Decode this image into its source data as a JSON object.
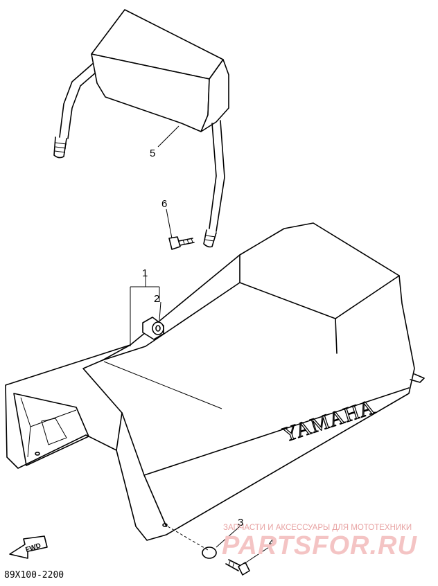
{
  "callouts": [
    {
      "id": "part-1",
      "label": "1"
    },
    {
      "id": "part-2",
      "label": "2"
    },
    {
      "id": "part-3",
      "label": "3"
    },
    {
      "id": "part-4",
      "label": "4"
    },
    {
      "id": "part-5",
      "label": "5"
    },
    {
      "id": "part-6",
      "label": "6"
    }
  ],
  "seat_brand": "YAMAHA",
  "direction_marker": "FWD",
  "diagram_code": "89X100-2200",
  "watermark": {
    "tagline": "ЗАПЧАСТИ И АКСЕССУАРЫ ДЛЯ МОТОТЕХНИКИ",
    "site": "PARTSFOR.RU"
  },
  "colors": {
    "line": "#000000",
    "background": "#ffffff",
    "watermark": "#f4c4c4"
  }
}
